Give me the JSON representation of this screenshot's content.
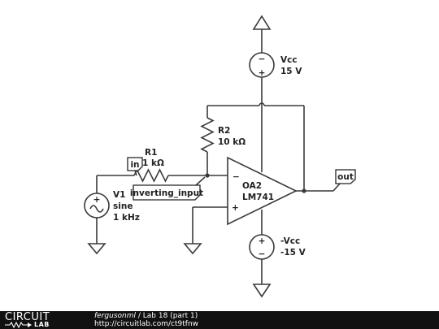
{
  "components": {
    "vcc": {
      "name": "Vcc",
      "value": "15 V"
    },
    "vee": {
      "name": "-Vcc",
      "value": "-15 V"
    },
    "r1": {
      "name": "R1",
      "value": "1 kΩ"
    },
    "r2": {
      "name": "R2",
      "value": "10 kΩ"
    },
    "v1": {
      "name": "V1",
      "type": "sine",
      "freq": "1 kHz"
    },
    "opamp": {
      "name": "OA2",
      "model": "LM741",
      "minus": "−",
      "plus": "+"
    }
  },
  "net_labels": {
    "in": "in",
    "inverting": "inverting_input",
    "out": "out"
  },
  "source_symbols": {
    "plus": "+",
    "minus": "−"
  },
  "footer": {
    "logo_top": "CIRCUIT",
    "logo_bottom": "LAB",
    "author": "fergusonml",
    "separator": " / ",
    "title": "Lab 18 (part 1)",
    "url": "http://circuitlab.com/ct9tfnw"
  },
  "colors": {
    "wire": "#3a3a3a",
    "footer_bg": "#111111"
  }
}
